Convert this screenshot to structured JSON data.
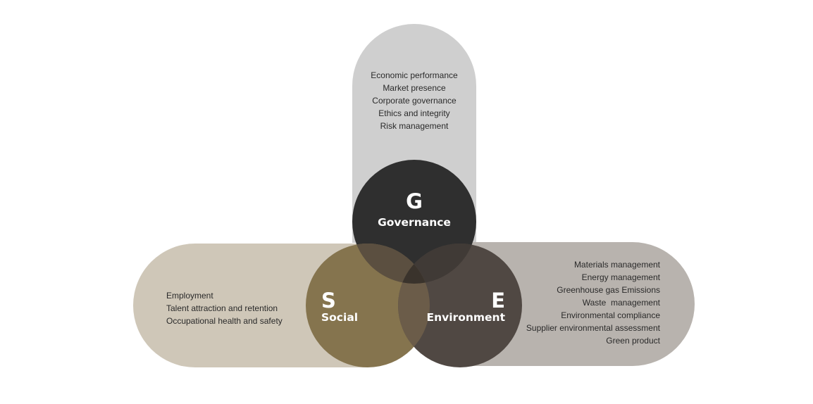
{
  "colors": {
    "governance_pill": "#cfcfcf",
    "social_pill": "#cfc7b8",
    "environment_pill": "#b8b3ae",
    "governance_circle": "#2f2f2f",
    "social_circle": "#85744e",
    "environment_circle": "#504843",
    "overlap_gs": "#5b4f40",
    "overlap_ge": "#403a36",
    "overlap_se": "#6b5c49",
    "overlap_all": "#3a332c"
  },
  "governance": {
    "letter": "G",
    "name": "Governance",
    "items": [
      "Economic performance",
      "Market presence",
      "Corporate governance",
      "Ethics and integrity",
      "Risk management"
    ]
  },
  "social": {
    "letter": "S",
    "name": "Social",
    "items": [
      "Employment",
      "Talent attraction and retention",
      "Occupational health and safety"
    ]
  },
  "environment": {
    "letter": "E",
    "name": "Environment",
    "items": [
      "Materials management",
      "Energy management",
      "Greenhouse gas Emissions",
      "Waste  management",
      "Environmental compliance",
      "Supplier environmental assessment",
      "Green product"
    ]
  }
}
